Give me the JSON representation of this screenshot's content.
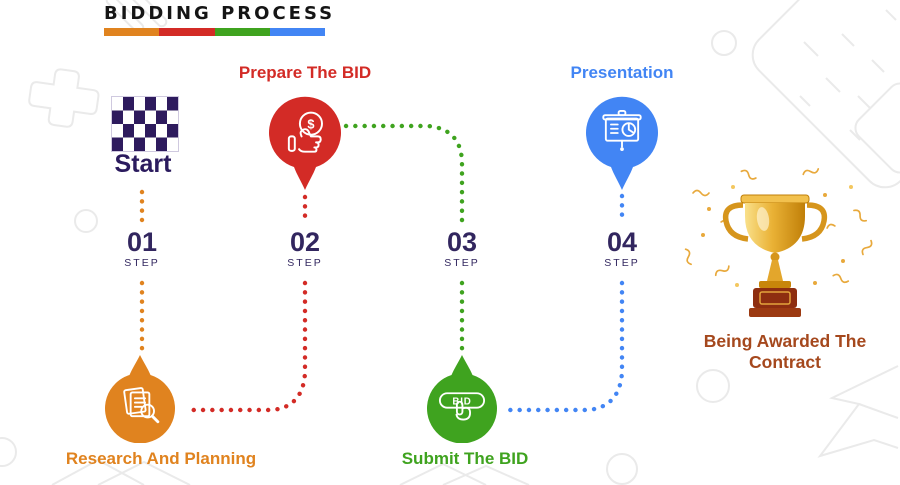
{
  "title": "BIDDING PROCESS",
  "title_underline_colors": [
    "#E0831F",
    "#D32B26",
    "#3FA31F",
    "#4285F4"
  ],
  "start_label": "Start",
  "step_number_color": "#32265F",
  "steps": [
    {
      "number": "01",
      "step_word": "STEP",
      "label": "Research And Planning",
      "color": "#E0831F",
      "icon": "documents-magnifier-icon"
    },
    {
      "number": "02",
      "step_word": "STEP",
      "label": "Prepare The BID",
      "color": "#D32B26",
      "icon": "hand-holding-dollar-icon",
      "icon_text": "$"
    },
    {
      "number": "03",
      "step_word": "STEP",
      "label": "Submit The BID",
      "color": "#3FA31F",
      "icon": "bid-button-click-icon",
      "icon_text": "BID"
    },
    {
      "number": "04",
      "step_word": "STEP",
      "label": "Presentation",
      "color": "#4285F4",
      "icon": "presentation-chart-icon"
    }
  ],
  "award": {
    "line1": "Being Awarded The",
    "line2": "Contract",
    "color": "#A5481D",
    "icon": "trophy-icon"
  }
}
